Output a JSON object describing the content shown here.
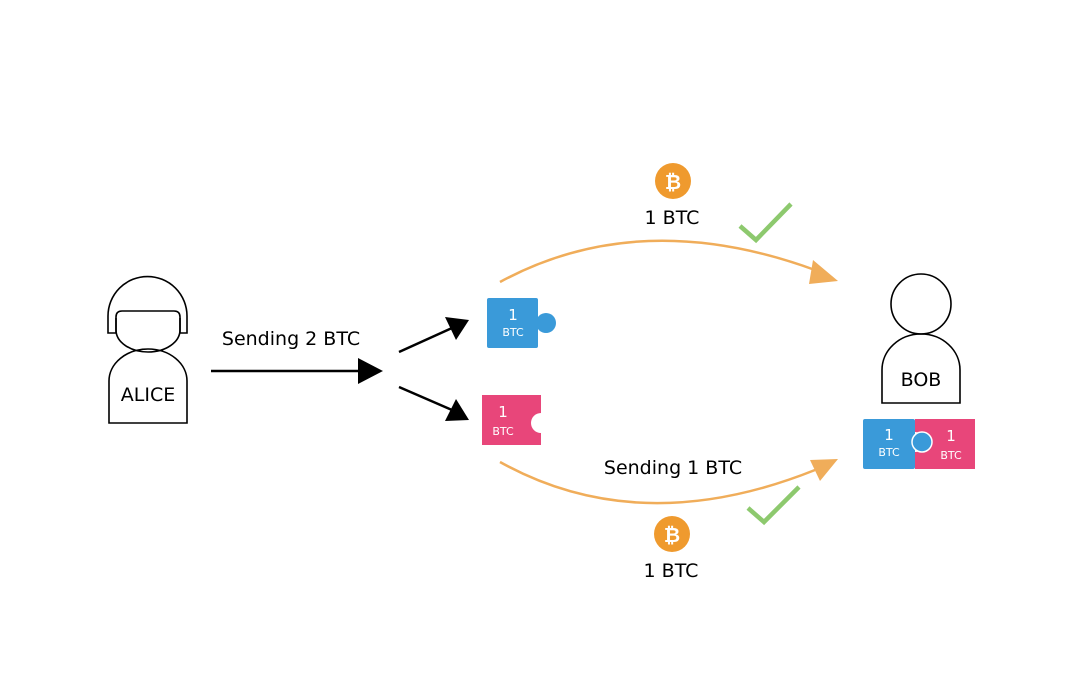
{
  "people": {
    "alice": {
      "name": "ALICE"
    },
    "bob": {
      "name": "BOB"
    }
  },
  "labels": {
    "sending_2": "Sending 2 BTC",
    "sending_1": "Sending 1 BTC",
    "top_amount": "1 BTC",
    "bottom_amount": "1 BTC"
  },
  "pieces": {
    "blue": {
      "amount": "1",
      "unit": "BTC",
      "color": "#3a9ad9"
    },
    "pink": {
      "amount": "1",
      "unit": "BTC",
      "color": "#e8467a"
    }
  },
  "bob_wallet": {
    "blue": {
      "amount": "1",
      "unit": "BTC"
    },
    "pink": {
      "amount": "1",
      "unit": "BTC"
    }
  },
  "colors": {
    "btc_orange": "#ef9a2e",
    "arrow_orange": "#f0ad5a",
    "check_green": "#8dc96e",
    "ink": "#000000"
  },
  "icons": [
    "bitcoin-icon",
    "check-icon",
    "person-icon",
    "puzzle-piece-icon"
  ]
}
